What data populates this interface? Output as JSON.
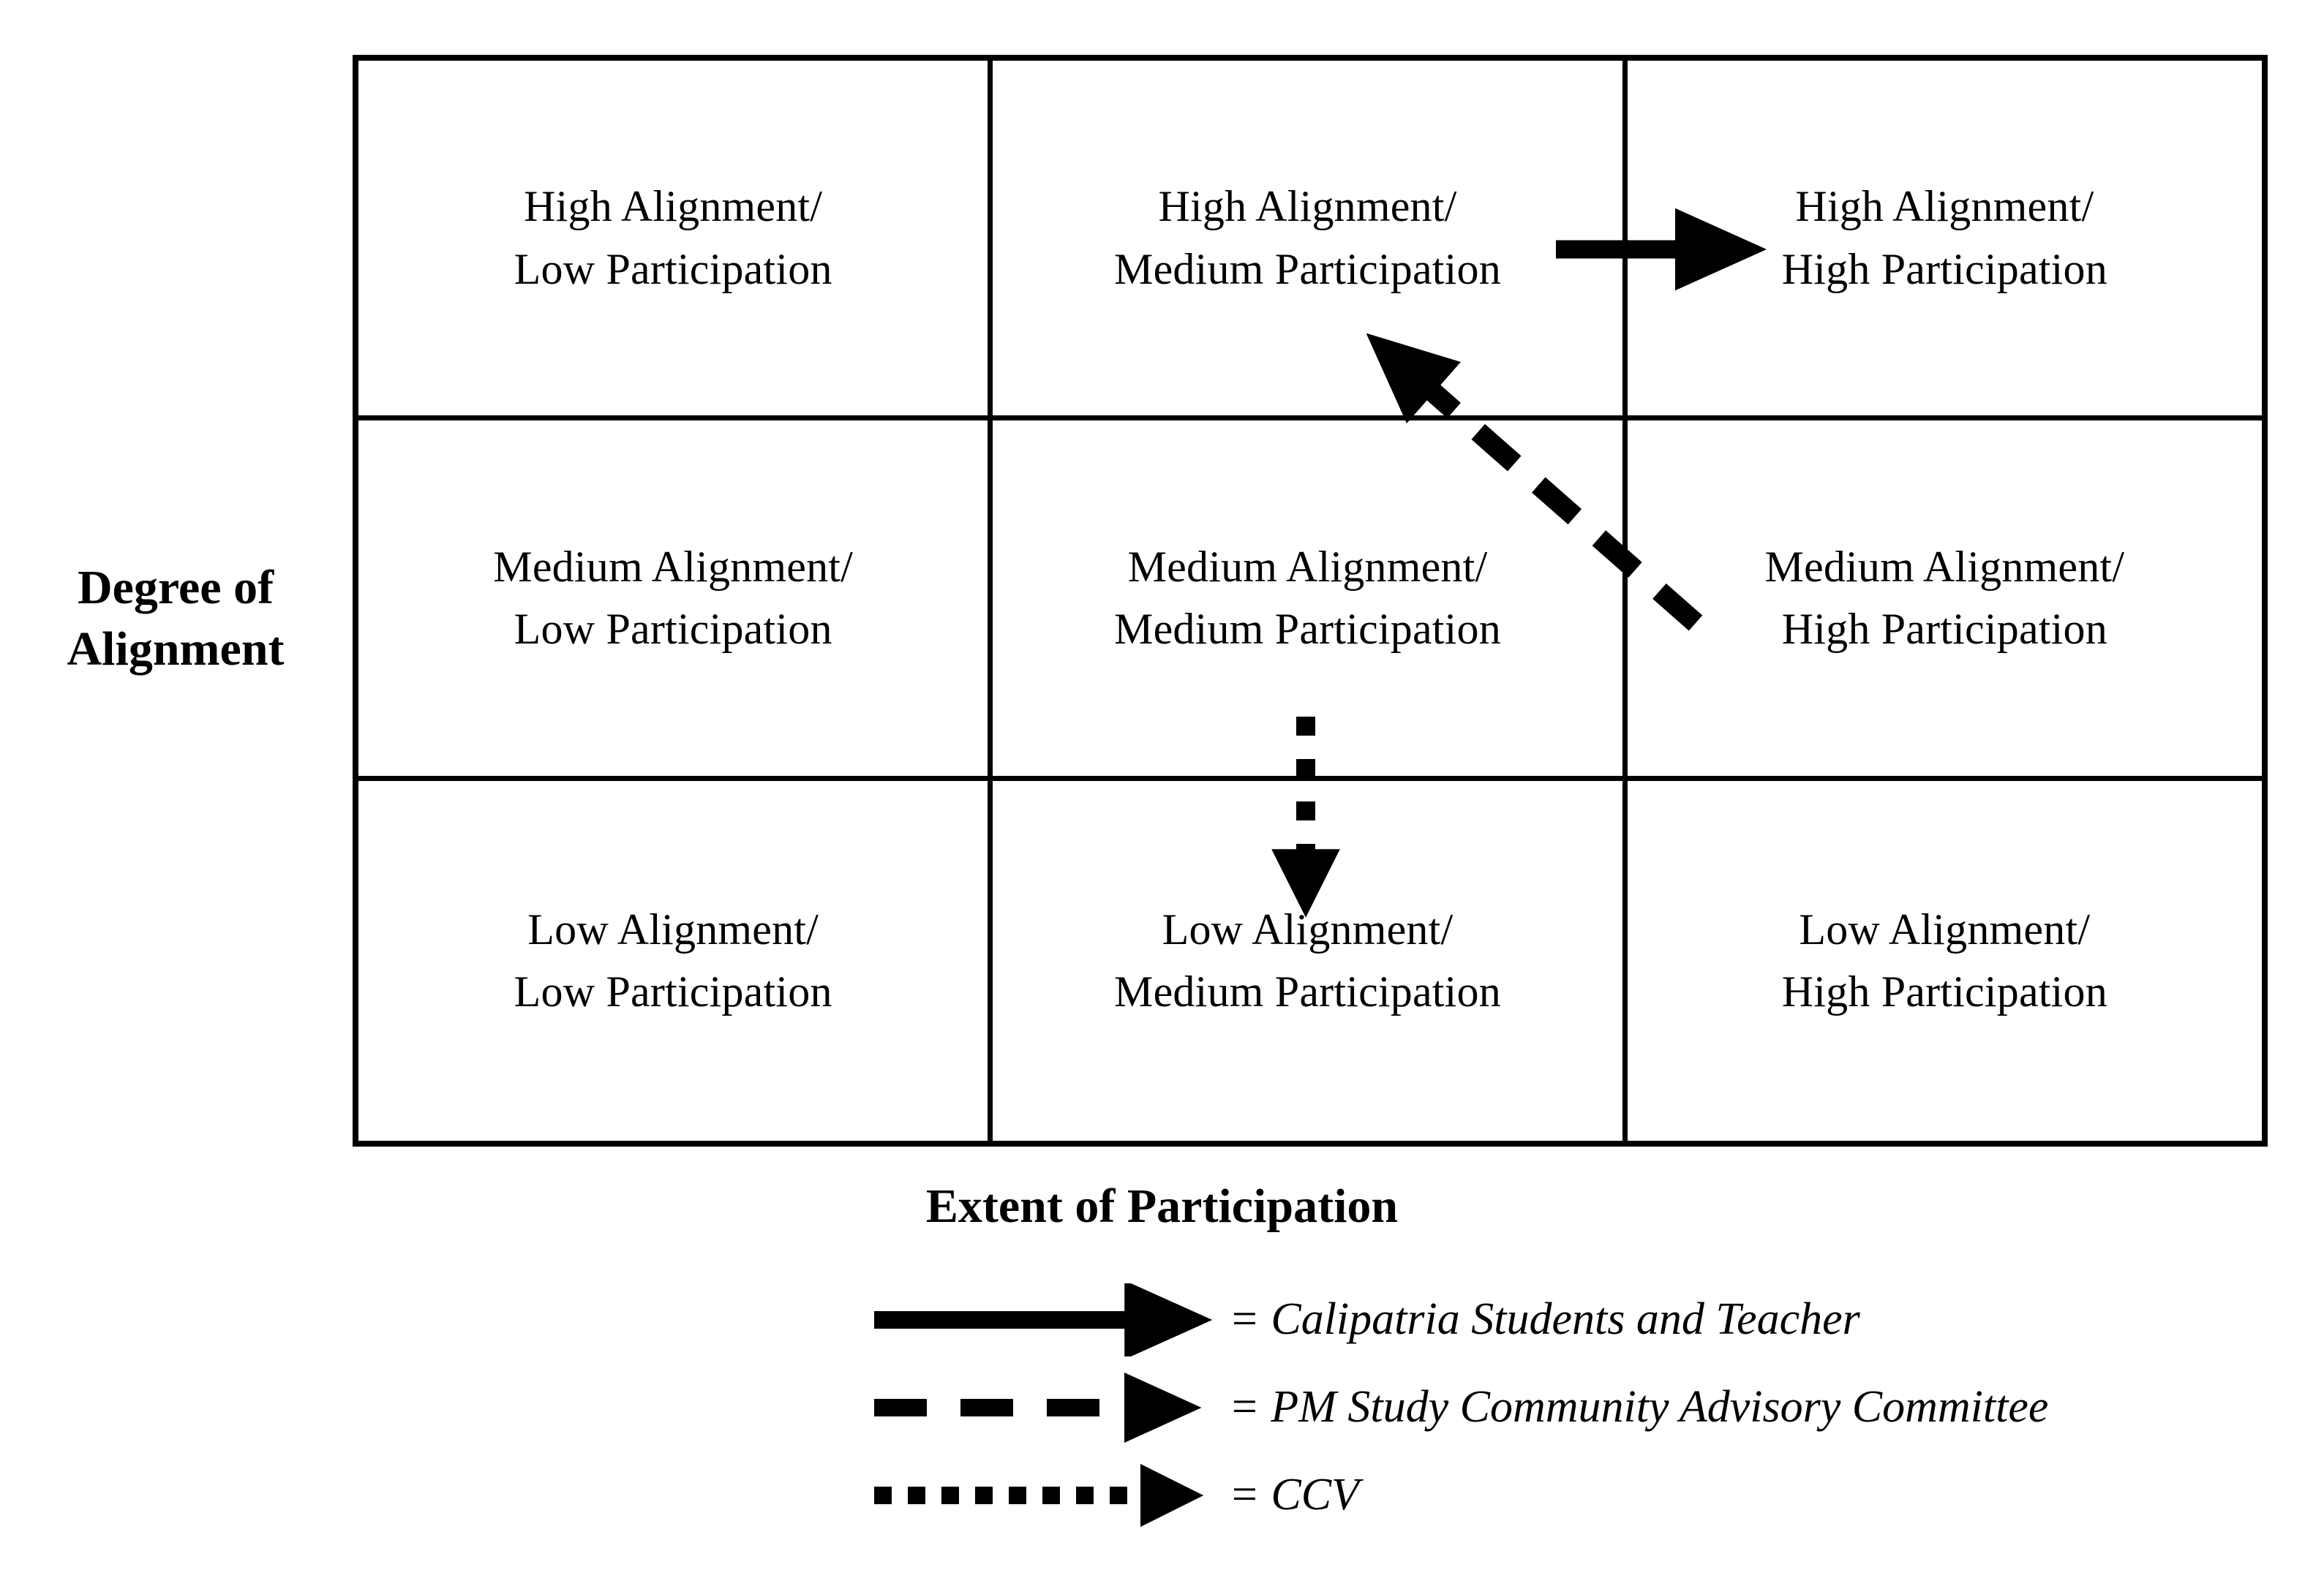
{
  "axes": {
    "y_label": "Degree of\nAlignment",
    "x_label": "Extent of Participation"
  },
  "matrix": {
    "rows": [
      {
        "alignment": "High",
        "cells": [
          {
            "line1": "High Alignment/",
            "line2": "Low Participation"
          },
          {
            "line1": "High Alignment/",
            "line2": "Medium Participation"
          },
          {
            "line1": "High Alignment/",
            "line2": "High Participation"
          }
        ]
      },
      {
        "alignment": "Medium",
        "cells": [
          {
            "line1": "Medium Alignment/",
            "line2": "Low Participation"
          },
          {
            "line1": "Medium Alignment/",
            "line2": "Medium Participation"
          },
          {
            "line1": "Medium Alignment/",
            "line2": "High Participation"
          }
        ]
      },
      {
        "alignment": "Low",
        "cells": [
          {
            "line1": "Low Alignment/",
            "line2": "Low Participation"
          },
          {
            "line1": "Low Alignment/",
            "line2": "Medium Participation"
          },
          {
            "line1": "Low Alignment/",
            "line2": "High Participation"
          }
        ]
      }
    ]
  },
  "arrows": [
    {
      "id": "solid-arrow",
      "style": "solid",
      "from_cell": "High Alignment/Medium Participation",
      "to_cell": "High Alignment/High Participation",
      "actor": "Calipatria Students and Teacher"
    },
    {
      "id": "dashed-arrow",
      "style": "dashed",
      "from_cell": "Medium Alignment/High Participation",
      "to_cell": "High Alignment/Medium Participation",
      "actor": "PM Study Community Advisory Committee"
    },
    {
      "id": "dotted-arrow",
      "style": "dotted",
      "from_cell": "Medium Alignment/Medium Participation",
      "to_cell": "Low Alignment/Medium Participation",
      "actor": "CCV"
    }
  ],
  "legend": {
    "items": [
      {
        "style": "solid",
        "equals": "=",
        "label": "Calipatria Students and Teacher"
      },
      {
        "style": "dashed",
        "equals": "=",
        "label": "PM Study Community Advisory Committee"
      },
      {
        "style": "dotted",
        "equals": "=",
        "label": "CCV"
      }
    ]
  },
  "colors": {
    "ink": "#000000",
    "background": "#ffffff"
  }
}
